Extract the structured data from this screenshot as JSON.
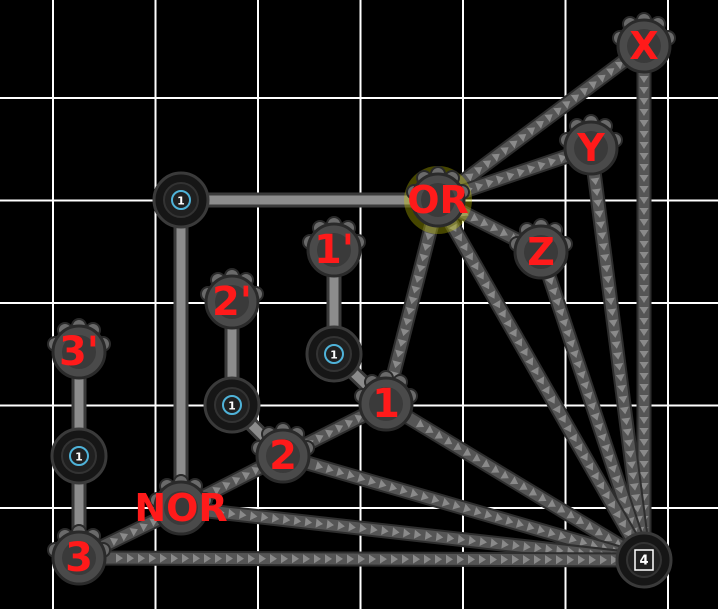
{
  "colors": {
    "background": "#000000",
    "grid": "#ffffff",
    "label": "#ff1a1a",
    "node_fill": "#4a4a4a",
    "node_dark": "#161616",
    "node_rim": "#2a2a2a",
    "chain": "#555555",
    "chain_arrow": "#8a8a8a",
    "rod": "#8c8c8c",
    "counter_ring": "#4fb3d9",
    "highlight": "#c8c800"
  },
  "gates": [
    {
      "id": "X",
      "label": "X"
    },
    {
      "id": "Y",
      "label": "Y"
    },
    {
      "id": "Z",
      "label": "Z"
    },
    {
      "id": "OR",
      "label": "OR",
      "selected": true
    },
    {
      "id": "NOR",
      "label": "NOR"
    },
    {
      "id": "n1",
      "label": "1"
    },
    {
      "id": "n2",
      "label": "2"
    },
    {
      "id": "n3",
      "label": "3"
    },
    {
      "id": "n1p",
      "label": "1'"
    },
    {
      "id": "n2p",
      "label": "2'"
    },
    {
      "id": "n3p",
      "label": "3'"
    }
  ],
  "counters": [
    {
      "id": "c1",
      "value": "1"
    },
    {
      "id": "c1p",
      "value": "1"
    },
    {
      "id": "c2p",
      "value": "1"
    },
    {
      "id": "c3p",
      "value": "1"
    },
    {
      "id": "hub",
      "value": "4"
    }
  ],
  "chains": [
    [
      "hub",
      "X"
    ],
    [
      "hub",
      "Y"
    ],
    [
      "hub",
      "Z"
    ],
    [
      "hub",
      "OR"
    ],
    [
      "hub",
      "n1"
    ],
    [
      "hub",
      "n2"
    ],
    [
      "hub",
      "NOR"
    ],
    [
      "hub",
      "n3"
    ],
    [
      "X",
      "OR"
    ],
    [
      "Y",
      "OR"
    ],
    [
      "Z",
      "OR"
    ],
    [
      "n1",
      "OR"
    ],
    [
      "n1",
      "n2"
    ],
    [
      "n2",
      "NOR"
    ],
    [
      "NOR",
      "n3"
    ]
  ],
  "rods": [
    [
      "c1",
      "OR"
    ],
    [
      "c1",
      "NOR"
    ],
    [
      "n1p",
      "c1p"
    ],
    [
      "c1p",
      "n1"
    ],
    [
      "n2p",
      "c2p"
    ],
    [
      "c2p",
      "n2"
    ],
    [
      "n3p",
      "c3p"
    ],
    [
      "c3p",
      "n3"
    ]
  ]
}
